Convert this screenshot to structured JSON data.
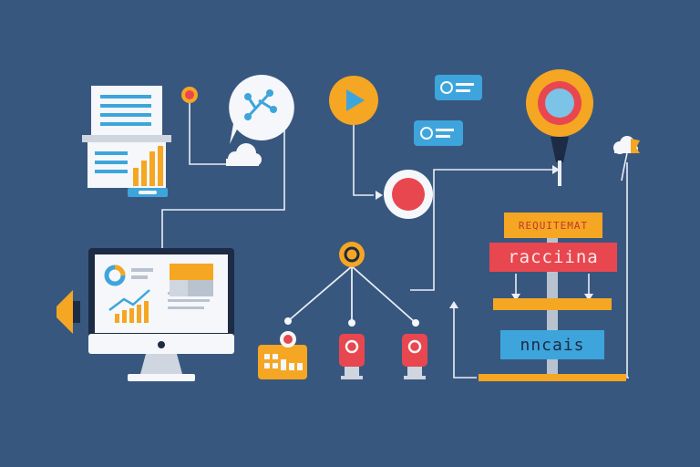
{
  "signs": {
    "top": "REQUITEMAT",
    "middle": "racciina",
    "bottom": "nncais"
  },
  "colors": {
    "background": "#38577f",
    "orange": "#f5a623",
    "red": "#e8474f",
    "blue": "#3da5dc",
    "line": "#e9eef5",
    "white": "#f5f7fa",
    "navy": "#1d2b45"
  }
}
